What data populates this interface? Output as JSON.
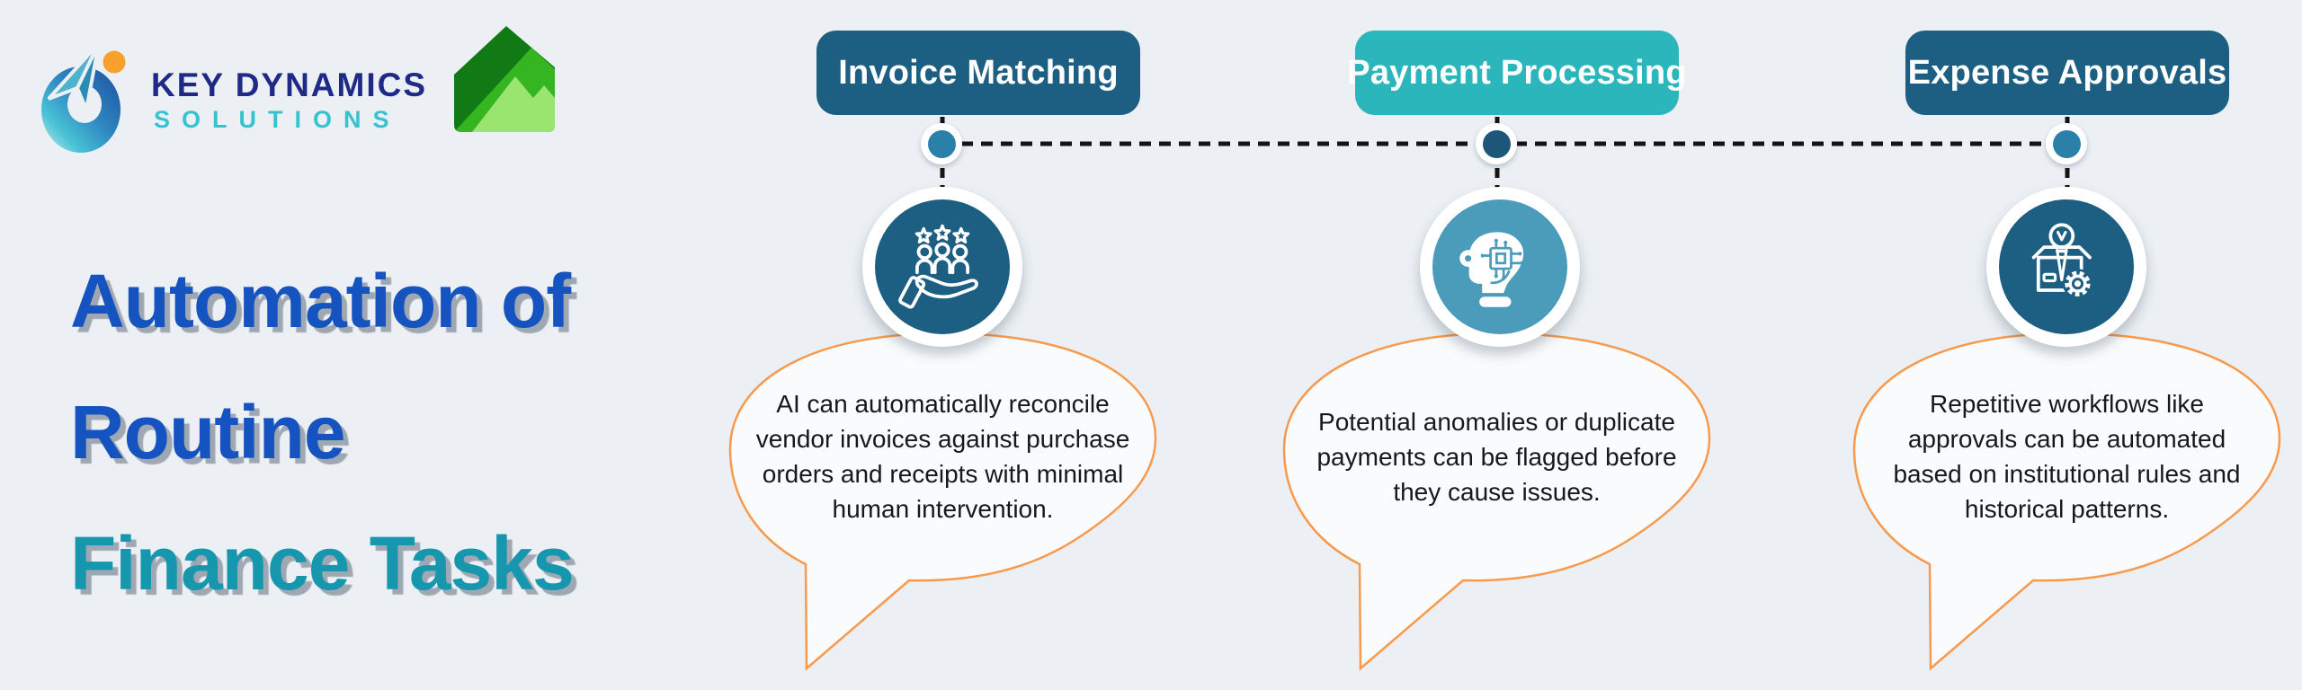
{
  "theme": {
    "background": "#ecf0f4",
    "bubble_fill": "#fafbfc",
    "bubble_outline": "#f79a4d",
    "connector_color": "#141414",
    "title_shadow": "#9fa8b2"
  },
  "logo": {
    "company_name": "KEY DYNAMICS",
    "company_subtitle": "SOLUTIONS",
    "name_color": "#1e2a86",
    "subtitle_color": "#35c3cf",
    "mark_colors": {
      "swirl_dark_blue": "#1c4f9e",
      "swirl_teal": "#3aa8c4",
      "swirl_light": "#d5eef0",
      "dot_orange": "#f9a02c"
    },
    "house_mark_colors": {
      "dark_green": "#117a14",
      "bright_green": "#35b520",
      "light_green": "#9ae470"
    }
  },
  "title": {
    "lines": [
      {
        "text": "Automation of",
        "color": "#1553c0"
      },
      {
        "text": "Routine",
        "color": "#1553c0"
      },
      {
        "text": "Finance Tasks",
        "color": "#1797ad"
      }
    ]
  },
  "columns": [
    {
      "header": "Invoice Matching",
      "header_bg": "#1d5f82",
      "header_text": "#ffffff",
      "dot_color": "#2b80aa",
      "icon": "team-in-hand-icon",
      "icon_bg": "#1d5f82",
      "description": "AI can automatically reconcile vendor invoices against purchase orders and receipts with minimal human intervention."
    },
    {
      "header": "Payment Processing",
      "header_bg": "#2ab6ba",
      "header_text": "#ffffff",
      "dot_color": "#1e567a",
      "icon": "ai-robot-head-icon",
      "icon_bg": "#4b9cba",
      "description": "Potential anomalies or duplicate payments can be flagged before they cause issues."
    },
    {
      "header": "Expense Approvals",
      "header_bg": "#1d5f82",
      "header_text": "#ffffff",
      "dot_color": "#2b80aa",
      "icon": "box-bulb-gear-icon",
      "icon_bg": "#1d5f82",
      "description": "Repetitive workflows like approvals can be automated based on institutional rules and historical patterns."
    }
  ]
}
